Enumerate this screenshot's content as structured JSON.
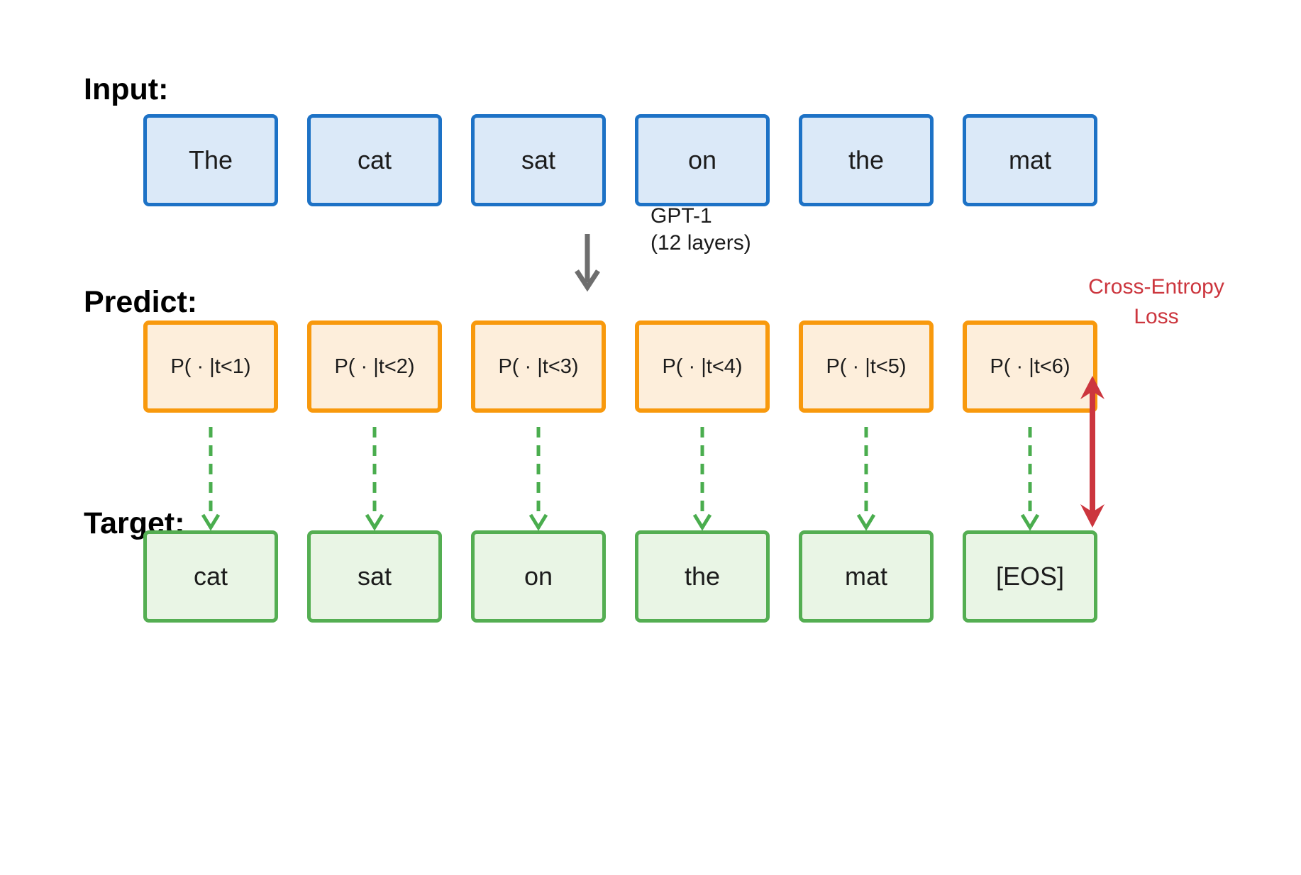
{
  "diagram": {
    "section_labels": {
      "input": "Input:",
      "predict": "Predict:",
      "target": "Target:"
    },
    "input": {
      "description": "input token sequence",
      "tokens": [
        "The",
        "cat",
        "sat",
        "on",
        "the",
        "mat"
      ]
    },
    "predict": {
      "description": "predicted next-token distributions",
      "labels": [
        "P( · |t<1)",
        "P( · |t<2)",
        "P( · |t<3)",
        "P( · |t<4)",
        "P( · |t<5)",
        "P( · |t<6)"
      ]
    },
    "target": {
      "description": "target tokens (inputs shifted by one)",
      "tokens": [
        "cat",
        "sat",
        "on",
        "the",
        "mat",
        "[EOS]"
      ]
    },
    "model_annotation": {
      "line1": "GPT-1",
      "line2": "(12 layers)"
    },
    "loss_annotation": {
      "line1": "Cross-Entropy",
      "line2": "Loss"
    },
    "arrows": {
      "model_arrow": "input sequence feeds GPT-1 which produces predictions",
      "prediction_to_target_arrows": "each prediction is compared to its target token",
      "loss_arrow": "cross-entropy loss between P( · |t<6) and [EOS]"
    },
    "colors": {
      "input_border": "#1d72c6",
      "input_fill": "#dbe9f8",
      "predict_border": "#f8990d",
      "predict_fill": "#fdeedb",
      "target_border": "#54ae52",
      "target_fill": "#e9f5e5",
      "dashed_arrow_green": "#4aad4e",
      "model_arrow_gray": "#6e6e6e",
      "loss_red": "#cc363e",
      "text": "#1c1c1c",
      "background": "#ffffff"
    }
  }
}
